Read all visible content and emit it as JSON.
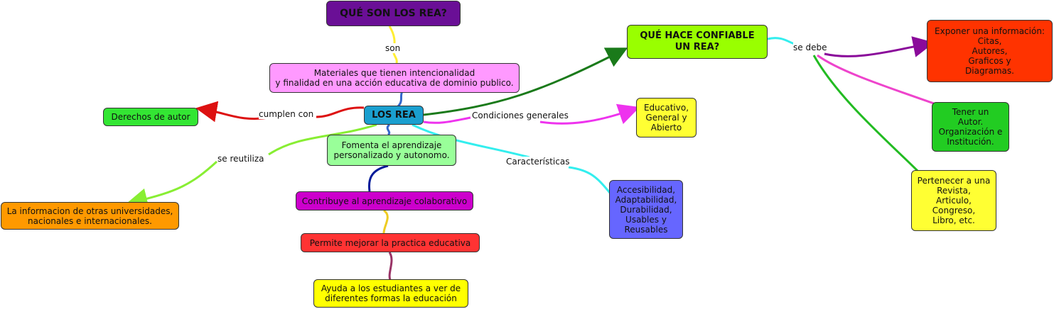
{
  "nodes": {
    "que_son": {
      "text": "QUÉ SON LOS REA?",
      "color": "#6a0f96"
    },
    "materiales": {
      "text": "Materiales que tienen intencionalidad\ny finalidad en una acción educativa de dominio publico.",
      "color": "#ff99ff"
    },
    "los_rea": {
      "text": "LOS REA",
      "color": "#1a9fcf"
    },
    "derechos": {
      "text": "Derechos de autor",
      "color": "#33e633"
    },
    "fomenta": {
      "text": "Fomenta el aprendizaje\npersonalizado y autonomo.",
      "color": "#99ff99"
    },
    "contribuye": {
      "text": "Contribuye al aprendizaje colaborativo",
      "color": "#cc00cc"
    },
    "permite": {
      "text": "Permite mejorar la practica educativa",
      "color": "#ff3333"
    },
    "ayuda": {
      "text": "Ayuda a los estudiantes a ver de\ndiferentes formas la educación",
      "color": "#ffff00"
    },
    "informacion": {
      "text": "La informacion de otras universidades,\nnacionales e internacionales.",
      "color": "#ff9900"
    },
    "educativo": {
      "text": "Educativo,\nGeneral y\nAbierto",
      "color": "#ffff33"
    },
    "accesibilidad": {
      "text": "Accesibilidad,\nAdaptabilidad,\nDurabilidad,\nUsables y\nReusables",
      "color": "#6666ff"
    },
    "que_hace": {
      "text": "QUÉ HACE CONFIABLE\nUN REA?",
      "color": "#99ff00"
    },
    "exponer": {
      "text": "Exponer una información:\nCitas,\nAutores,\nGraficos y\nDiagramas.",
      "color": "#ff3300"
    },
    "tener": {
      "text": "Tener un\nAutor.\nOrganización e\nInstitución.",
      "color": "#22cc22"
    },
    "pertenecer": {
      "text": "Pertenecer a una\nRevista,\nArticulo,\nCongreso,\nLibro, etc.",
      "color": "#ffff33"
    }
  },
  "link_labels": {
    "son": "son",
    "cumplen": "cumplen con",
    "condiciones": "Condiciones generales",
    "reutiliza": "se reutiliza",
    "caracteristicas": "Características",
    "se_debe": "se debe"
  },
  "link_colors": {
    "son": "#ffee33",
    "materiales_los": "#3366cc",
    "cumplen": "#dd1111",
    "condiciones": "#ee33ee",
    "confiable": "#1a7a1a",
    "reutiliza": "#88ee33",
    "caracteristicas": "#33eeee",
    "fomenta_contribuye": "#001a99",
    "contribuye_permite": "#eecc22",
    "permite_ayuda": "#993366",
    "se_debe": "#33eeee",
    "exponer": "#8a0a9a",
    "tener": "#ee44cc",
    "pertenecer": "#22bb22",
    "fomenta_link": "#33eeaa"
  }
}
